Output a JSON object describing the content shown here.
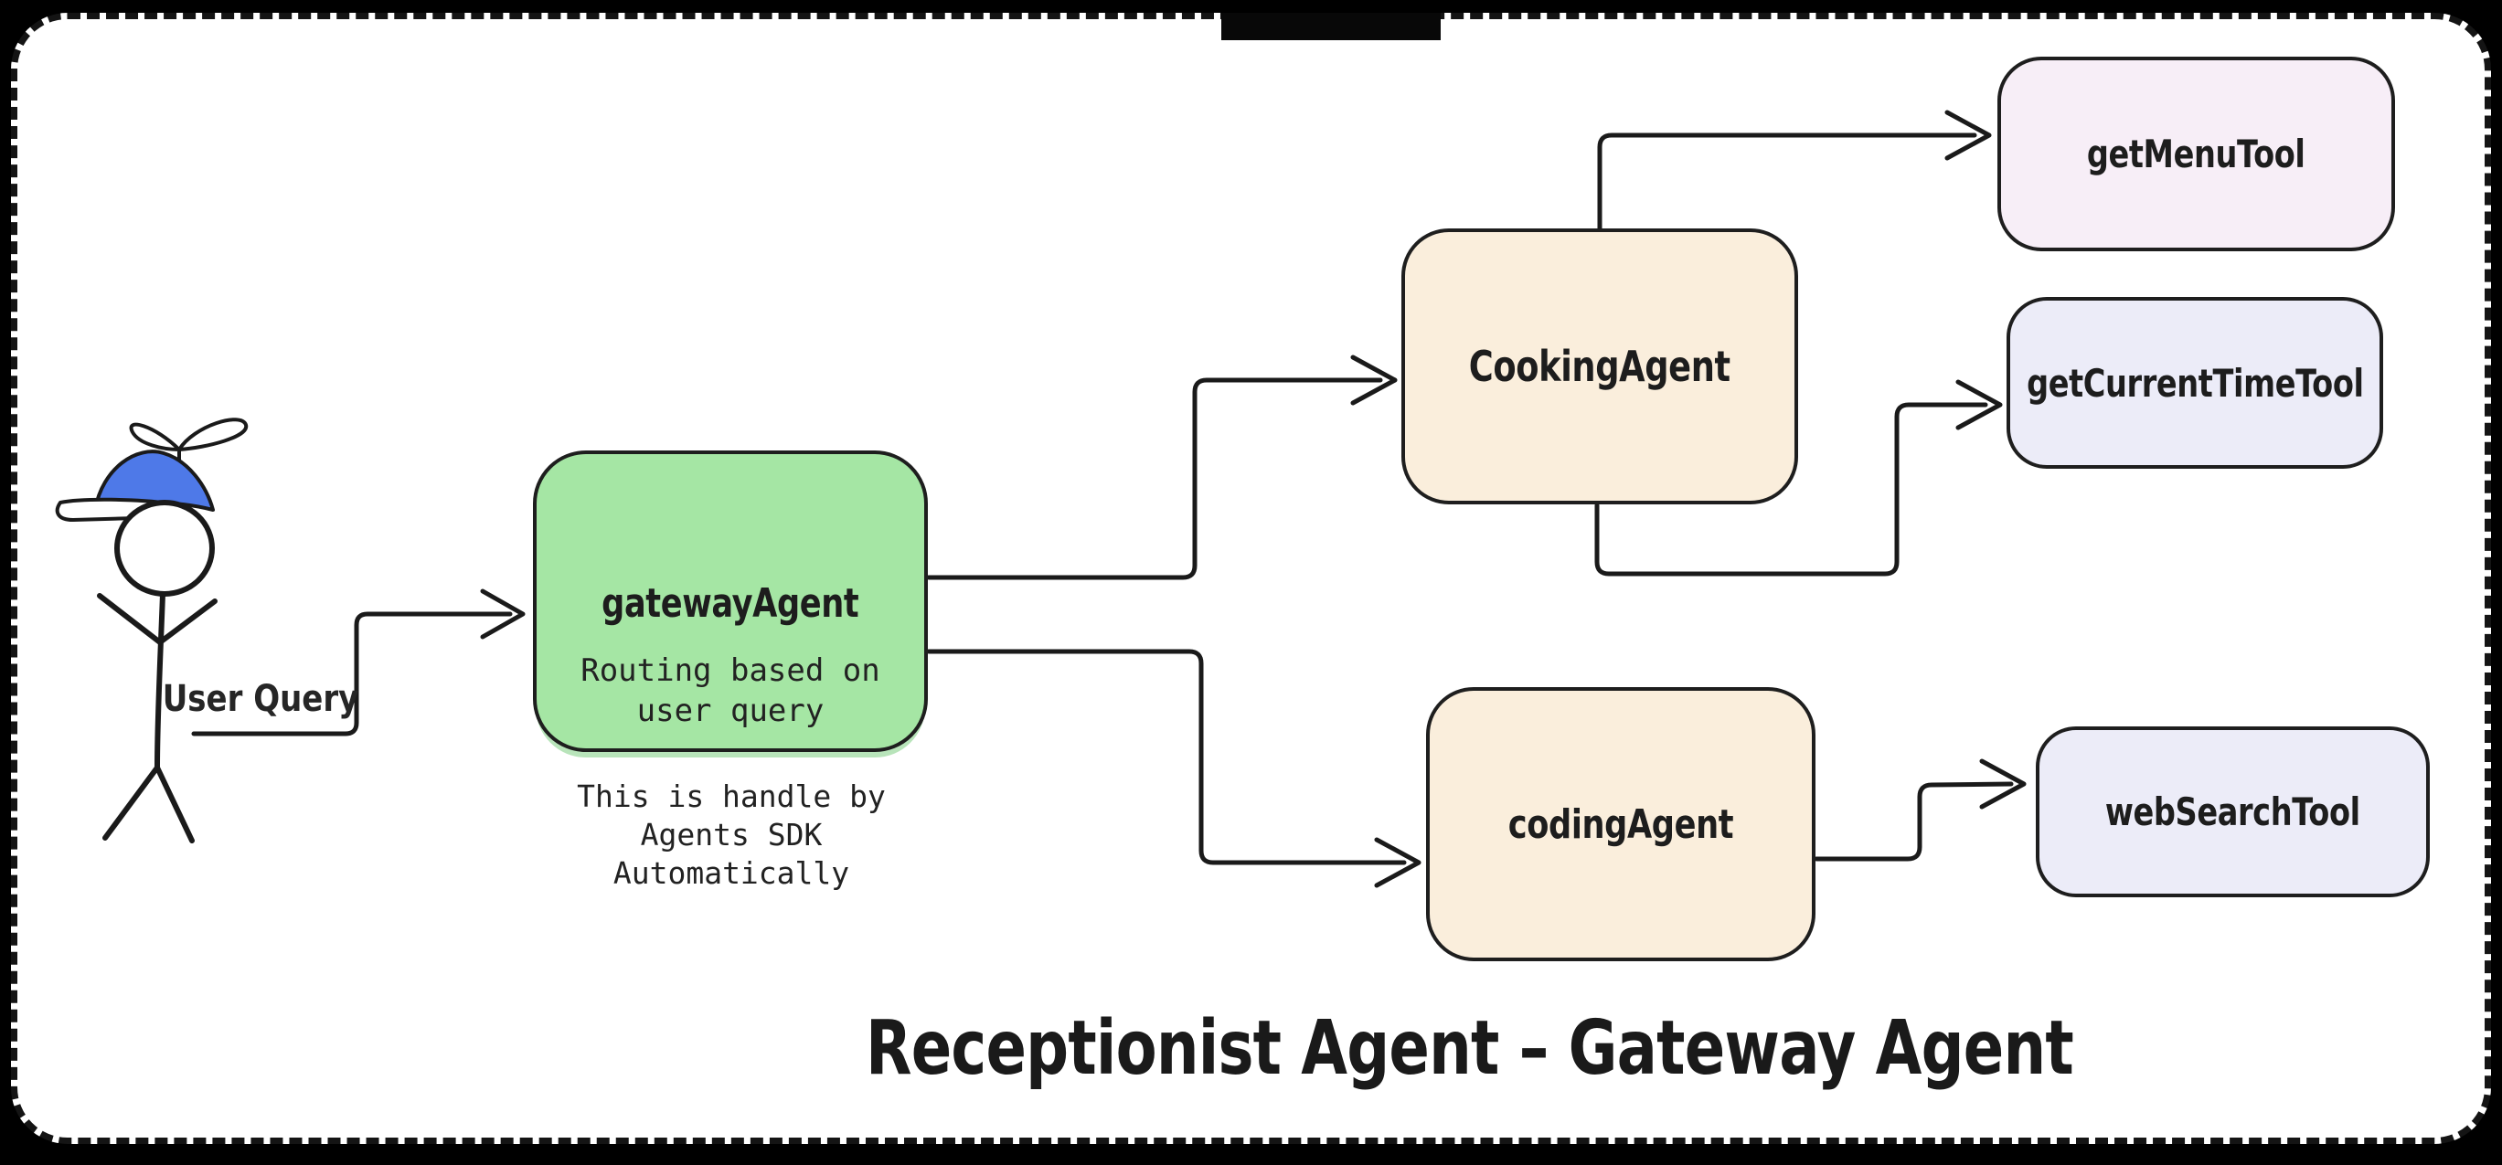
{
  "diagram": {
    "title": "Receptionist Agent – Gateway Agent",
    "user": {
      "label": "User Query"
    },
    "gateway": {
      "label": "gatewayAgent",
      "desc_line1": "Routing based on",
      "desc_line2": "user query",
      "note_line1": "This is handle by",
      "note_line2": "Agents SDK",
      "note_line3": "Automatically"
    },
    "agents": {
      "cooking": {
        "label": "CookingAgent"
      },
      "coding": {
        "label": "codingAgent"
      }
    },
    "tools": {
      "menu": {
        "label": "getMenuTool"
      },
      "time": {
        "label": "getCurrentTimeTool"
      },
      "search": {
        "label": "webSearchTool"
      }
    },
    "colors": {
      "background": "#000000",
      "panel": "#ffffff",
      "stroke": "#1e1e1e",
      "gateway_fill": "#a5e6a4",
      "agent_fill": "#faeedc",
      "menu_tool_fill": "#f7eef7",
      "tool_fill": "#ececf8",
      "cap_blue": "#4e79e8"
    }
  }
}
